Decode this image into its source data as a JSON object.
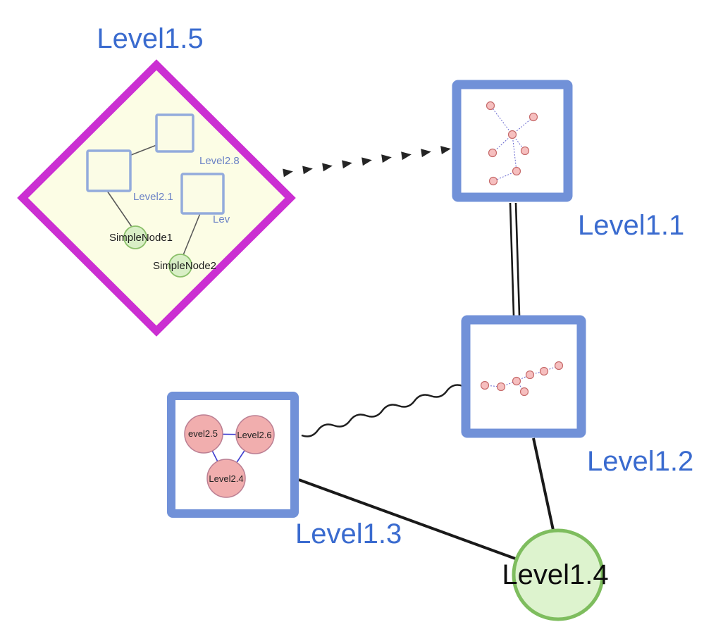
{
  "diagram": {
    "nodes": {
      "level1_1": {
        "label": "Level1.1",
        "shape": "square-group",
        "border_color": "#7191d8"
      },
      "level1_2": {
        "label": "Level1.2",
        "shape": "square-group",
        "border_color": "#7191d8"
      },
      "level1_3": {
        "label": "Level1.3",
        "shape": "square-group",
        "border_color": "#7191d8"
      },
      "level1_4": {
        "label": "Level1.4",
        "shape": "circle",
        "border_color": "#7ebd5e"
      },
      "level1_5": {
        "label": "Level1.5",
        "shape": "diamond-group",
        "border_color": "#cb2fd2"
      }
    },
    "level1_5_children": {
      "level2_8": {
        "label": "Level2.8",
        "shape": "square"
      },
      "level2_1": {
        "label": "Level2.1",
        "shape": "square"
      },
      "level2_trunc": {
        "label": "Lev",
        "shape": "square"
      },
      "simple_node1": {
        "label": "SimpleNode1",
        "shape": "circle"
      },
      "simple_node2": {
        "label": "SimpleNode2",
        "shape": "circle"
      }
    },
    "level1_3_children": {
      "level2_5": {
        "label": "evel2.5",
        "shape": "circle"
      },
      "level2_6": {
        "label": "Level2.6",
        "shape": "circle"
      },
      "level2_4": {
        "label": "Level2.4",
        "shape": "circle"
      }
    },
    "edges": [
      {
        "from": "Level1.5",
        "to": "Level1.1",
        "style": "dashed-arrowheads"
      },
      {
        "from": "Level1.1",
        "to": "Level1.2",
        "style": "double-parallel"
      },
      {
        "from": "Level1.3",
        "to": "Level1.2",
        "style": "wavy"
      },
      {
        "from": "Level1.3",
        "to": "Level1.4",
        "style": "solid"
      },
      {
        "from": "Level1.2",
        "to": "Level1.4",
        "style": "solid"
      }
    ],
    "colors": {
      "label_blue": "#3a6bcf",
      "diamond_border": "#cb2fd2",
      "diamond_fill": "#fcfde5",
      "square_group_border": "#7191d8",
      "inner_square_border": "#93abdc",
      "green_node_fill": "#ddf3ce",
      "green_node_border": "#7ebd5e",
      "pink_node_fill": "#f1aeae",
      "mini_node_fill": "#f6bfbf",
      "mini_edge_blue": "#6868cf",
      "edge_black": "#1a1a1a"
    }
  }
}
